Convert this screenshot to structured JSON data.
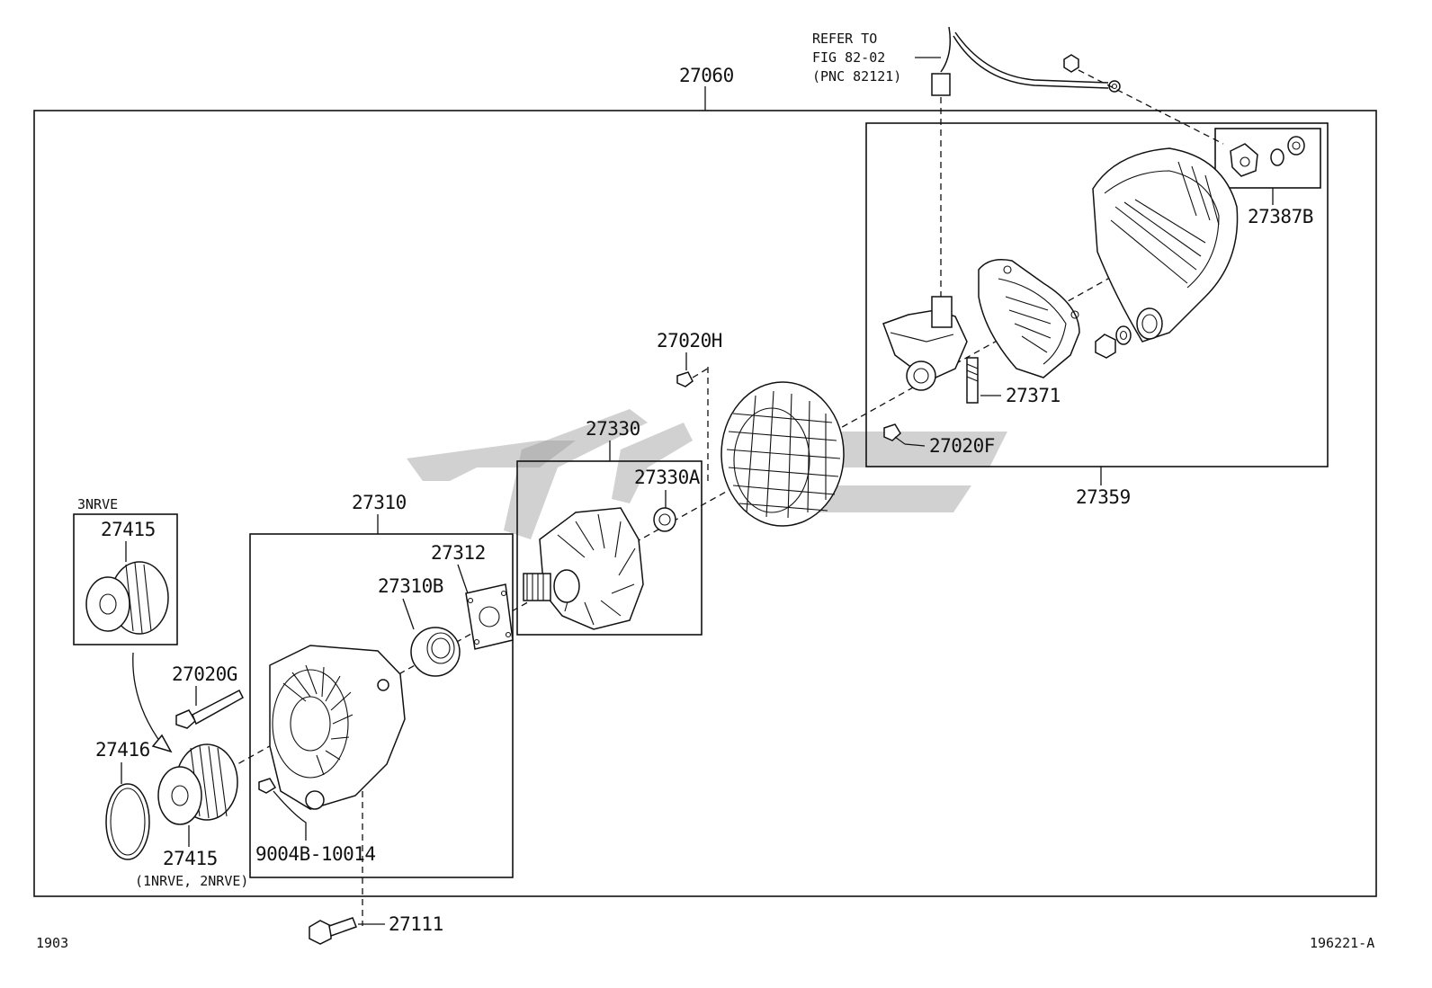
{
  "diagram": {
    "assembly_label": "27060",
    "refer_note": [
      "REFER TO",
      "FIG 82-02",
      "(PNC 82121)"
    ],
    "labels": {
      "rear_housing_assy": "27359",
      "terminal_kit": "27387B",
      "brush_holder": "27371",
      "screw_f": "27020F",
      "screw_h": "27020H",
      "rotor": "27330",
      "rotor_collar": "27330A",
      "drive_frame": "27310",
      "plate": "27312",
      "bearing": "27310B",
      "pulley_variant_note": "3NRVE",
      "pulley_top": "27415",
      "bolt_g": "27020G",
      "cover_ring": "27416",
      "pulley_bottom": "27415",
      "pulley_bottom_note": "(1NRVE, 2NRVE)",
      "screw_90048": "9004B-10014",
      "through_bolt": "27111"
    },
    "footer_left": "1903",
    "footer_right": "196221-A"
  }
}
